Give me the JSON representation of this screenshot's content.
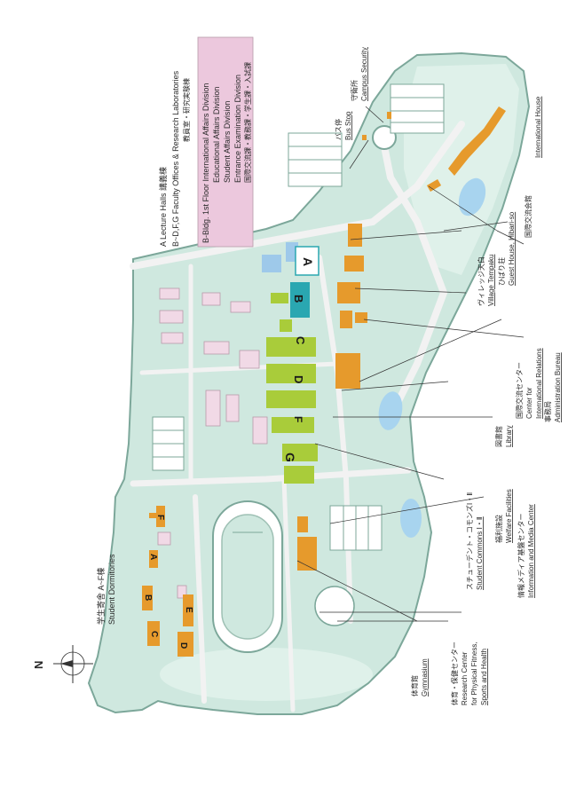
{
  "colors": {
    "background": "#ffffff",
    "campus_fill": "#cfe8df",
    "campus_edge": "#7ca79a",
    "road": "#f2f2f2",
    "green_bg": "#dff1ea",
    "pink_building": "#f1d9e6",
    "orange_building": "#e69a2c",
    "green_building": "#a9cc3a",
    "teal_building": "#2aa7b1",
    "blue_building": "#9ec9ea",
    "water": "#a8d4ef",
    "legend_fill": "#ecc8dd"
  },
  "legend": {
    "line_a": "A   Lecture Halls   講義棟",
    "line_b1": "B~D,F,G  Faculty Offices & Research Laboratories",
    "line_b2": "教員室・研究実験棟",
    "box_line1": "B-Bldg.  1st Floor International Affairs Division",
    "box_line2": "Educational Affairs Division",
    "box_line3": "Student Affairs Division",
    "box_line4": "Entrance Examination Division",
    "box_line5": "国際交流課・教務課・学生課・入試課"
  },
  "compass": {
    "north": "N"
  },
  "labels": {
    "dorms_jp": "学生寄舎  A~F棟",
    "dorms_en": "Student Dormitories",
    "bus_stop_jp": "バス停",
    "bus_stop_en": "Bus Stop",
    "security_jp": "守衛所",
    "security_en": "Campus Security",
    "intl_house_jp": "国際交流会館",
    "intl_house_en": "International House",
    "guest_house_jp": "ひばり荘",
    "guest_house_en": "Guest House, Hibari-so",
    "village_jp": "ヴィレッジ天白",
    "village_en": "Village Tempaku",
    "intl_rel_jp": "国際交流センター",
    "intl_rel_en1": "Center for",
    "intl_rel_en2": "International Relations",
    "admin_jp": "事務局",
    "admin_en": "Administration Bureau",
    "library_jp": "図書館",
    "library_en": "Library",
    "welfare_jp": "福利施設",
    "welfare_en": "Welfare Facilities",
    "commons_label": "スチューデント・コモンズⅠ・Ⅱ",
    "commons_en": "Student Commons Ⅰ・Ⅱ",
    "media_jp": "情報メディア基盤センター",
    "media_en": "Information and Media Center",
    "gym_jp": "体育館",
    "gym_en": "Gymnasium",
    "health_jp": "体育・保健センター",
    "health_en1": "Research Center",
    "health_en2": "for Physical Fitness,",
    "health_en3": "Sports and Health"
  },
  "buildings": {
    "A": "A",
    "B": "B",
    "C": "C",
    "D": "D",
    "F": "F",
    "G": "G",
    "dorm_A": "A",
    "dorm_B": "B",
    "dorm_C": "C",
    "dorm_D": "D",
    "dorm_E": "E",
    "dorm_F": "F"
  }
}
